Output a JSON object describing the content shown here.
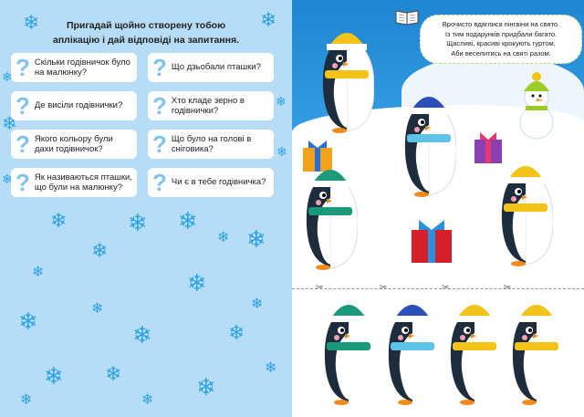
{
  "left_page": {
    "title_line1": "Пригадай щойно створену тобою",
    "title_line2": "аплікацію і дай відповіді на запитання.",
    "question_mark": "?",
    "questions": [
      "Скільки годівничок було на малюнку?",
      "Що дзьобали пташки?",
      "Де висіли годівнички?",
      "Хто кладе зерно в годівнички?",
      "Якого кольору були дахи годівничок?",
      "Що було на голові в сніговика?",
      "Як називаються пташки, що були на малюнку?",
      "Чи є в тебе годівничка?"
    ]
  },
  "right_page": {
    "poem": [
      "Врочисто вдяглися пінгвіни на свято.",
      "Із тим подарунків придбали багато.",
      "Щасливі, красиві крокують гуртом,",
      "Аби веселитись на святі разом."
    ],
    "penguins": [
      {
        "hat": "#f2c41a",
        "scarf": "#f2c41a"
      },
      {
        "hat": "#2c4fb8",
        "scarf": "#5fc3e8"
      },
      {
        "hat": "#1a9a7a",
        "scarf": "#1a9a7a"
      },
      {
        "hat": "#f2c41a",
        "scarf": "#f2c41a"
      }
    ],
    "cutouts": [
      {
        "hat": "#1a9a7a",
        "scarf": "#1a9a7a"
      },
      {
        "hat": "#2c4fb8",
        "scarf": "#5fc3e8"
      },
      {
        "hat": "#f2c41a",
        "scarf": "#f2c41a"
      },
      {
        "hat": "#f2c41a",
        "scarf": "#f2c41a"
      }
    ],
    "colors": {
      "sky": "#1e86d2",
      "page_left": "#b7ddf6"
    }
  }
}
